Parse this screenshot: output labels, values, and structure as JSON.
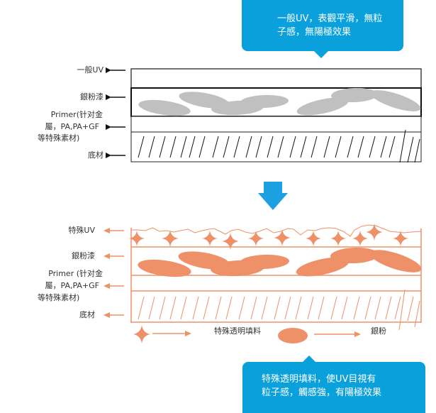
{
  "colors": {
    "callout_bg": "#0aa0dc",
    "callout_text": "#ffffff",
    "top_stroke": "#222222",
    "top_fill": "#c0c0c0",
    "bottom_stroke": "#ee9068",
    "bottom_fill": "#ee9068",
    "down_arrow": "#1ba1e2",
    "label_text": "#333333"
  },
  "top_callout": {
    "line1": "一般UV，表觀平滑，無粒",
    "line2": "子感，無陽極效果"
  },
  "top_diagram": {
    "labels": {
      "uv": "一般UV",
      "silver_paint": "銀粉漆",
      "primer_line1": "Primer(针对金",
      "primer_line2": "屬，PA,PA+GF",
      "primer_line3": "等特殊素材)",
      "substrate": "底材"
    },
    "arrow_icon": "arrow-left-icon"
  },
  "transition_icon": "arrow-down-icon",
  "bottom_diagram": {
    "labels": {
      "uv": "特殊UV",
      "silver_paint": "銀粉漆",
      "primer_line1": "Primer (针对金",
      "primer_line2": "屬，PA,PA+GF",
      "primer_line3": "等特殊素材)",
      "substrate": "底材"
    },
    "arrow_icon": "arrow-left-icon",
    "legend": {
      "filler_icon": "sparkle-star-icon",
      "filler_label": "特殊透明填料",
      "silver_icon": "ellipse-particle-icon",
      "silver_label": "銀粉"
    }
  },
  "bottom_callout": {
    "line1": "特殊透明填料，使UV目視有",
    "line2": "粒子感，觸感強，有陽極效果"
  }
}
